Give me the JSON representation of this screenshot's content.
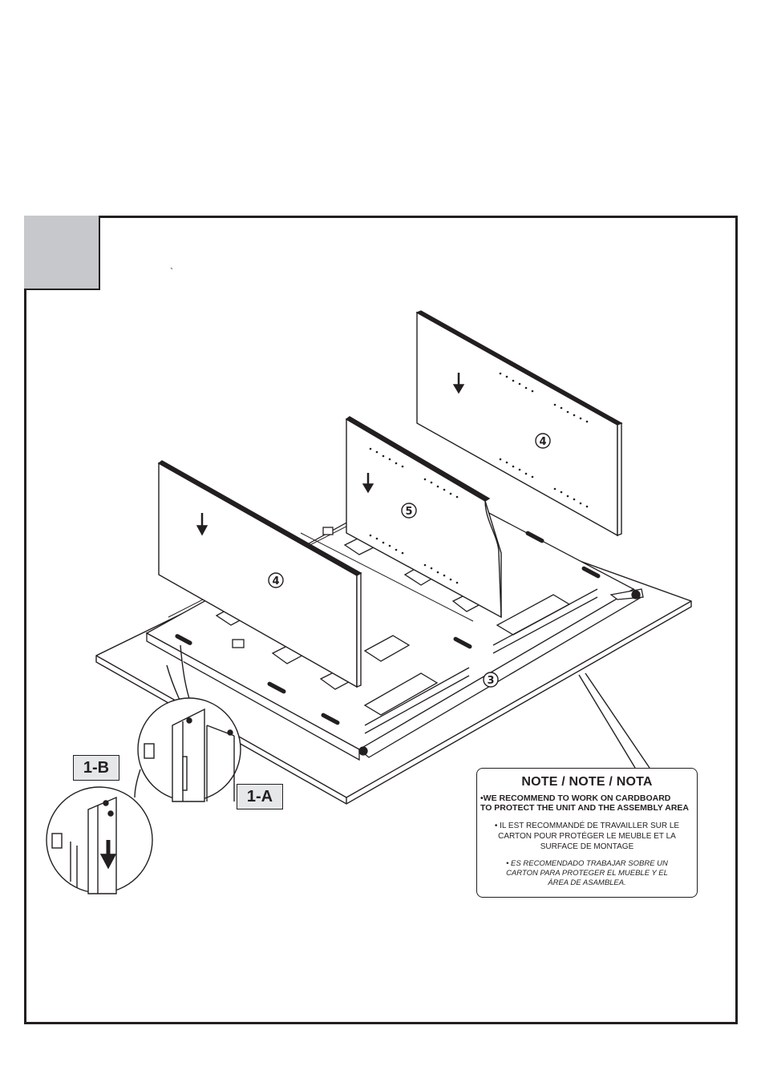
{
  "step": {
    "number": ""
  },
  "stray_mark": "`",
  "parts": {
    "side_panel_label": "4",
    "divider_label": "5",
    "bottom_label": "3"
  },
  "callouts": {
    "a": "1-A",
    "b": "1-B"
  },
  "note": {
    "title": "NOTE / NOTE / NOTA",
    "en_line1": "•WE RECOMMEND TO WORK ON CARDBOARD",
    "en_line2": "TO PROTECT THE UNIT AND THE ASSEMBLY AREA",
    "fr_line1": "• IL EST RECOMMANDÉ DE TRAVAILLER SUR LE",
    "fr_line2": "CARTON POUR PROTÉGER LE MEUBLE ET LA",
    "fr_line3": "SURFACE DE MONTAGE",
    "es_line1": "•  ES RECOMENDADO TRABAJAR SOBRE UN",
    "es_line2": "CARTON PARA PROTEGER EL MUEBLE Y EL",
    "es_line3": "ÁREA DE ASAMBLEA."
  }
}
